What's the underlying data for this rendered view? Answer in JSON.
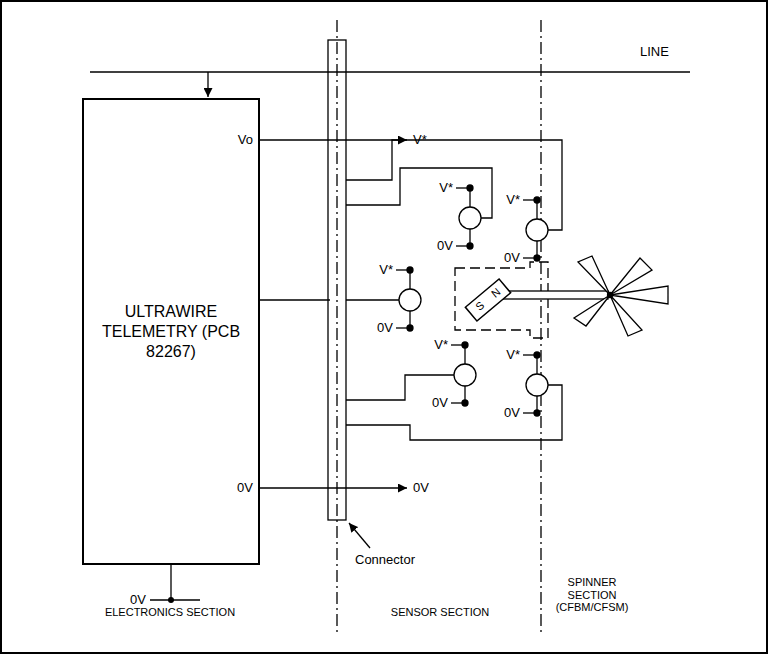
{
  "diagram": {
    "nodes": [
      {
        "text": [
          "ULTRAWIRE TELEMETRY (PCB 82267)"
        ]
      }
    ],
    "labels": [
      "LINE",
      "Vo",
      "0V",
      "V*",
      "0V",
      "0V",
      "V*",
      "0V",
      "V*",
      "0V",
      "V*",
      "0V",
      "V*",
      "0V",
      "V*",
      "0V",
      "S",
      "N",
      "Connector",
      "ELECTRONICS SECTION",
      "SENSOR SECTION",
      "SPINNER SECTION (CFBM/CFSM)"
    ]
  }
}
